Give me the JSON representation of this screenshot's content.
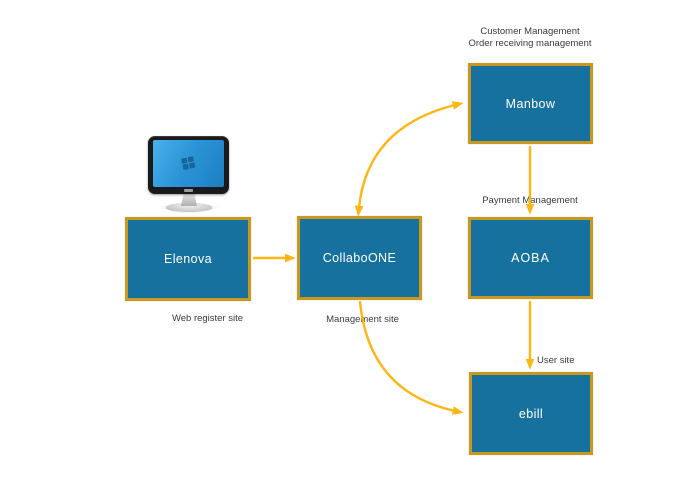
{
  "nodes": {
    "elenova": {
      "label": "Elenova",
      "caption": "Web register site"
    },
    "collaboone": {
      "label": "CollaboONE",
      "caption": "Management site"
    },
    "manbow": {
      "label": "Manbow",
      "caption_line1": "Customer Management",
      "caption_line2": "Order receiving management"
    },
    "aoba": {
      "label": "AOBA",
      "caption": "Payment Management"
    },
    "ebill": {
      "label": "ebill",
      "caption": "User site"
    }
  },
  "edges": [
    {
      "from": "elenova",
      "to": "collaboone",
      "style": "straight",
      "arrows": "forward"
    },
    {
      "from": "collaboone",
      "to": "manbow",
      "style": "curved",
      "arrows": "both"
    },
    {
      "from": "manbow",
      "to": "aoba",
      "style": "straight",
      "arrows": "forward"
    },
    {
      "from": "aoba",
      "to": "ebill",
      "style": "straight",
      "arrows": "forward"
    },
    {
      "from": "collaboone",
      "to": "ebill",
      "style": "curved",
      "arrows": "forward"
    }
  ],
  "icons": [
    {
      "name": "computer-monitor-icon",
      "glyph": "desktop monitor with windows-flag logo on blue screen"
    }
  ],
  "colors": {
    "background": "#ffffff",
    "node_fill": "#16719f",
    "node_border": "#c8981f",
    "node_label": "#ffffff",
    "arrow": "#fdb614",
    "caption_text": "#3b3b3b",
    "monitor_bezel": "#1a1a1c"
  }
}
